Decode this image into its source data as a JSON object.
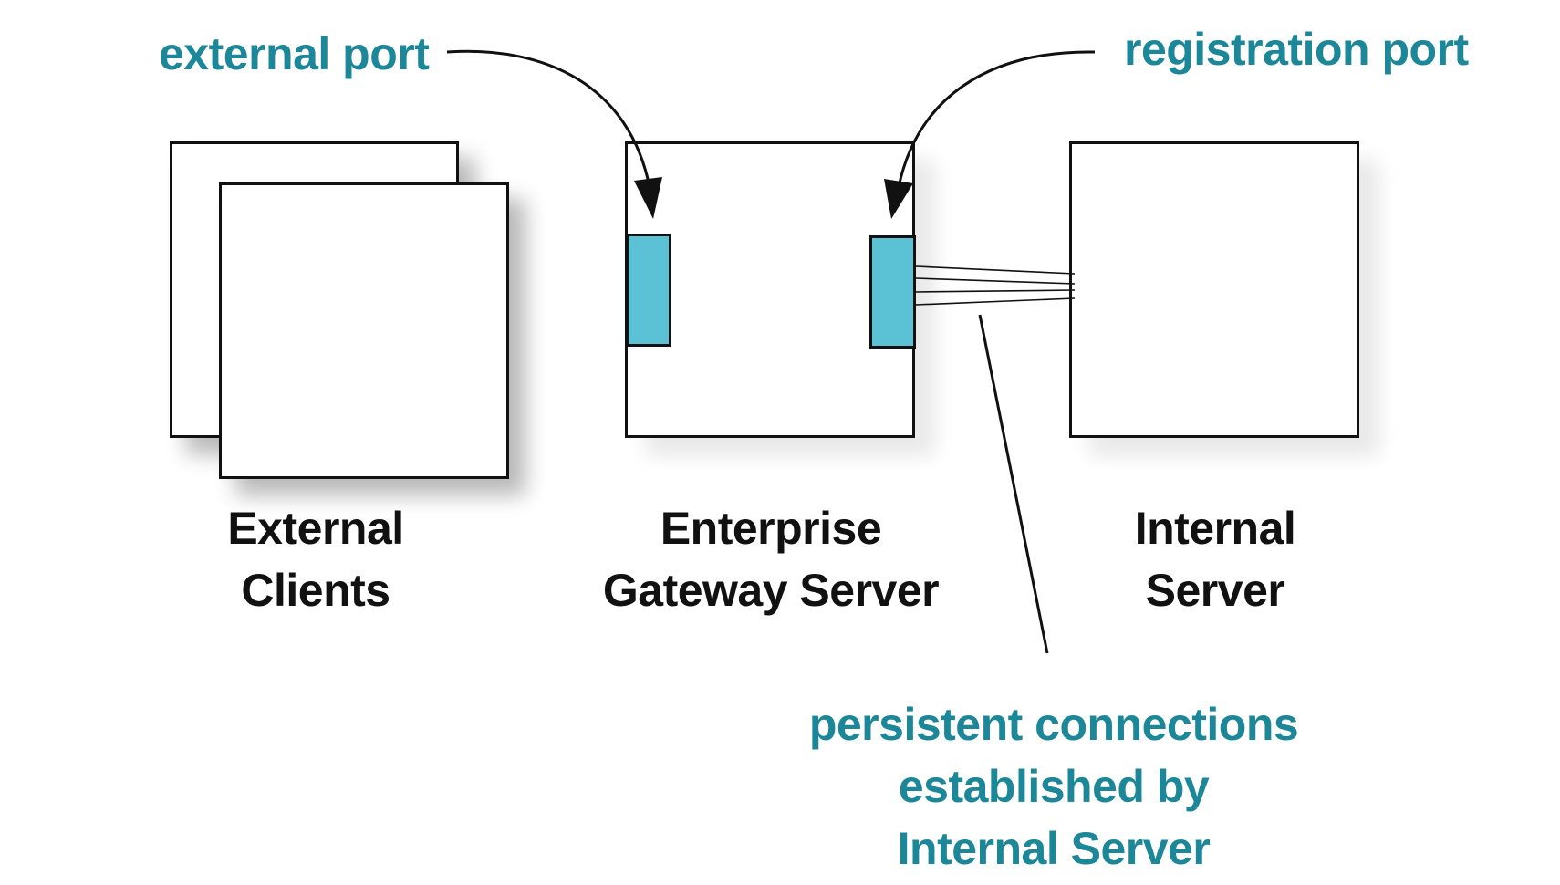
{
  "colors": {
    "callout_text": "#1b8798",
    "port_fill": "#5bc1d4",
    "outline": "#111111",
    "node_fill": "#ffffff"
  },
  "callouts": {
    "external_port": "external port",
    "registration_port": "registration port",
    "persistent_connections": {
      "line1": "persistent connections",
      "line2": "established by",
      "line3": "Internal Server"
    }
  },
  "nodes": {
    "external_clients": {
      "line1": "External",
      "line2": "Clients"
    },
    "gateway_server": {
      "line1": "Enterprise",
      "line2": "Gateway Server"
    },
    "internal_server": {
      "line1": "Internal",
      "line2": "Server"
    }
  },
  "icons": {
    "arrow": "curved-arrow-icon"
  }
}
